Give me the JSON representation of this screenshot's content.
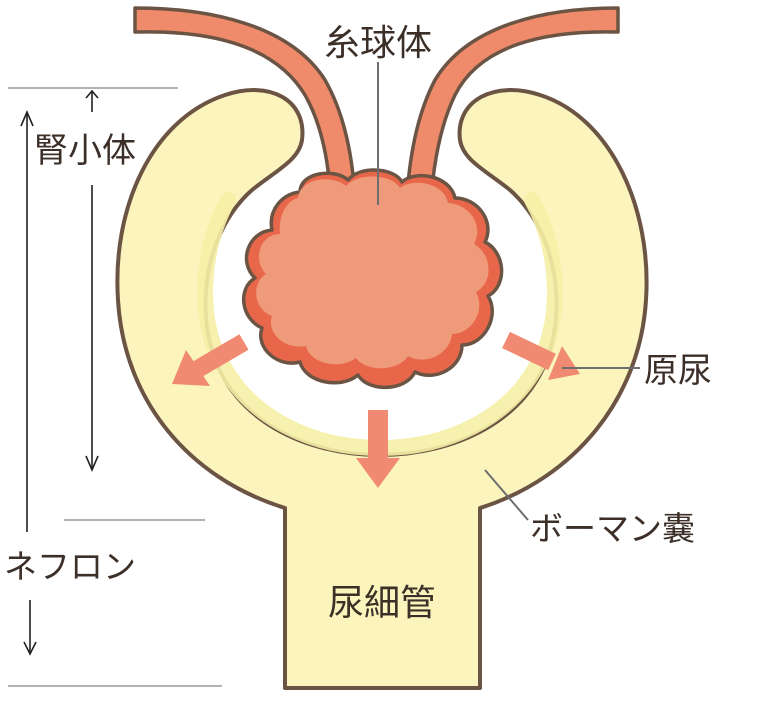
{
  "labels": {
    "glomerulus": "糸球体",
    "renal_corpuscle": "腎小体",
    "primary_urine": "原尿",
    "bowmans_capsule": "ボーマン嚢",
    "nephron": "ネフロン",
    "renal_tubule": "尿細管"
  },
  "colors": {
    "capsule_fill": "#fbf5bd",
    "capsule_inner_glow": "#f6f0a6",
    "outline": "#6b5443",
    "vessel": "#ef8a6b",
    "glomerulus": "#ef9a7a",
    "glomerulus_shadow": "#e8674a",
    "arrow": "#f08a72",
    "text": "#3c2f28",
    "leader": "#6e6e6e"
  }
}
